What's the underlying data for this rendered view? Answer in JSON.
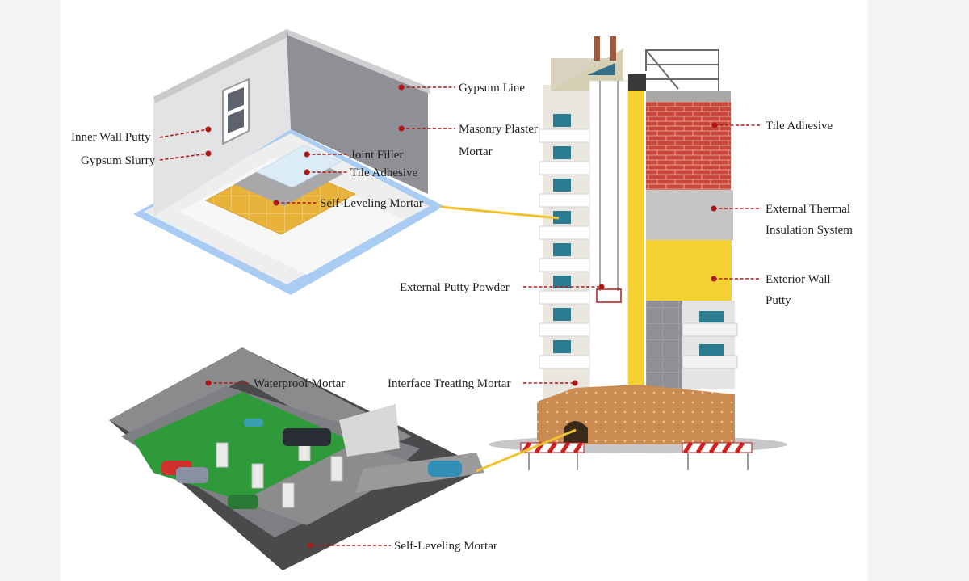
{
  "labels": {
    "gypsum_line": "Gypsum Line",
    "inner_wall_putty": "Inner Wall Putty",
    "masonry_plaster_1": "Masonry Plaster",
    "masonry_plaster_2": "Mortar",
    "gypsum_slurry": "Gypsum Slurry",
    "joint_filler": "Joint Filler",
    "tile_adhesive_room": "Tile Adhesive",
    "self_leveling_room": "Self-Leveling Mortar",
    "external_putty_powder": "External Putty Powder",
    "tile_adhesive_building": "Tile Adhesive",
    "external_thermal_1": "External Thermal",
    "external_thermal_2": "Insulation System",
    "exterior_wall_putty_1": "Exterior Wall",
    "exterior_wall_putty_2": "Putty",
    "interface_treating": "Interface Treating Mortar",
    "waterproof_mortar": "Waterproof Mortar",
    "self_leveling_garage": "Self-Leveling Mortar"
  },
  "colors": {
    "leader_line": "#b01818",
    "marker": "#b01818",
    "connector": "#f2c22e",
    "brick": "#c9473a",
    "insulation": "#f3d132",
    "parking_floor": "#2e9a3a",
    "tile_floor": "#e9b33a",
    "room_base": "#a9cdf2"
  }
}
